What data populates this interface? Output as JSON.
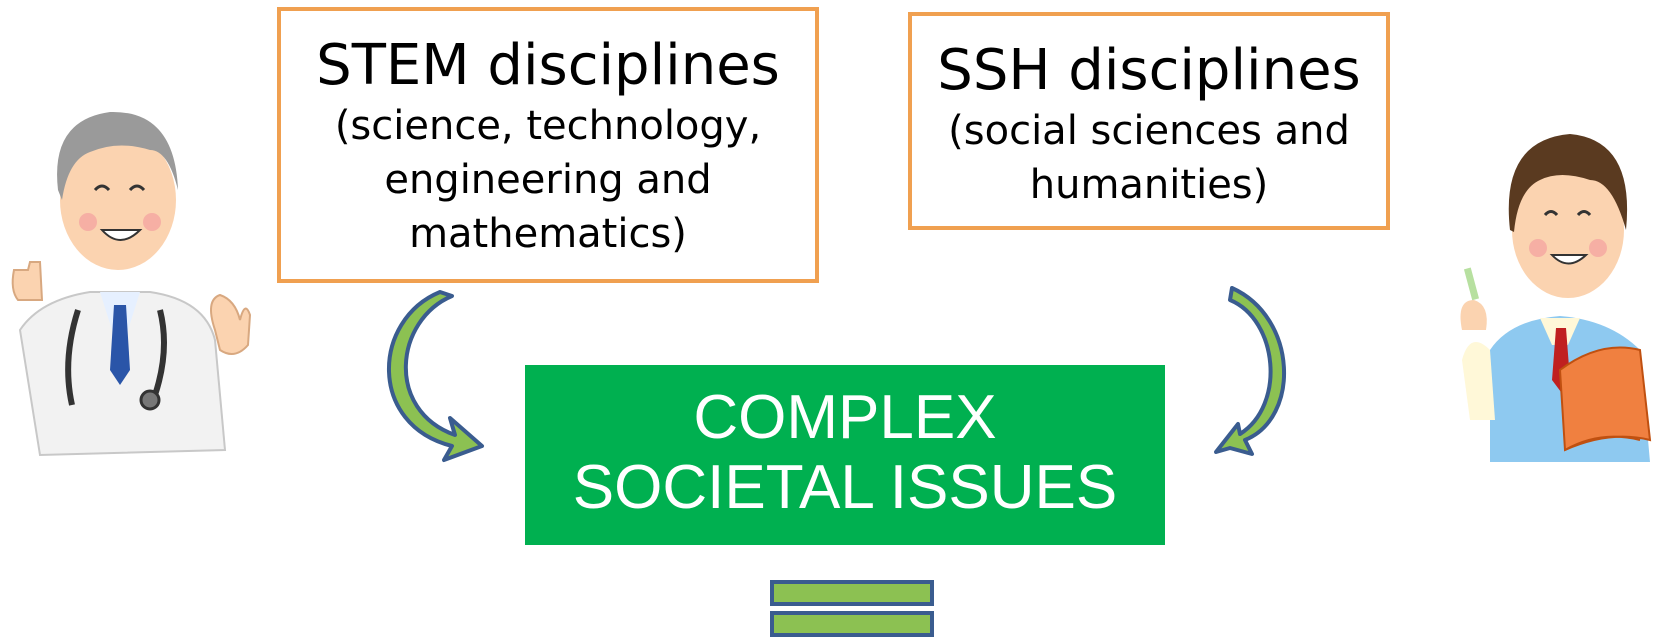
{
  "stem": {
    "title": "STEM disciplines",
    "lines": [
      "(science, technology,",
      "engineering and",
      "mathematics)"
    ]
  },
  "ssh": {
    "title": "SSH disciplines",
    "lines": [
      "(social sciences and",
      "humanities)"
    ]
  },
  "center": {
    "lines": [
      "COMPLEX",
      "SOCIETAL ISSUES"
    ]
  },
  "colors": {
    "box_border": "#f0a050",
    "center_fill": "#00b050",
    "arrow_fill": "#8cc152",
    "arrow_stroke": "#3a5c8f",
    "equals_fill": "#8cc152"
  },
  "icons": {
    "left_figure": "doctor-icon",
    "right_figure": "teacher-icon",
    "bottom_symbol": "equals-sign-icon"
  }
}
